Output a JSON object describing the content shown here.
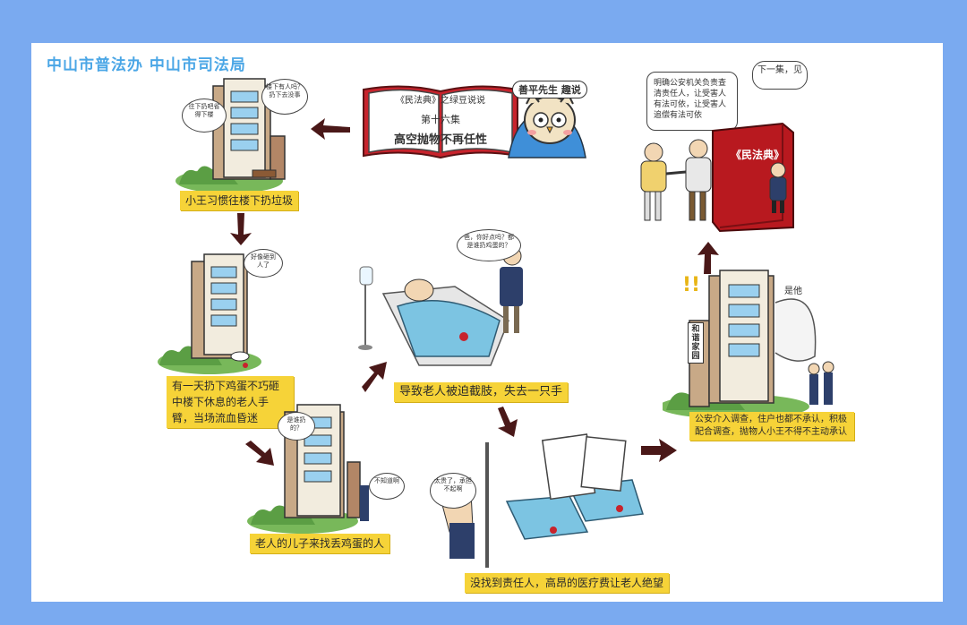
{
  "header": {
    "title": "中山市普法办  中山市司法局"
  },
  "title_book": {
    "series": "《民法典》之绿豆说说",
    "episode": "第十六集",
    "subtitle": "高空抛物不再任性"
  },
  "mascot": {
    "tag": "善平先生 趣说"
  },
  "next_episode": {
    "text": "下一集，见"
  },
  "law_book": {
    "label": "《民法典》"
  },
  "panels": [
    {
      "caption": "小王习惯往楼下扔垃圾",
      "bubble1": "楼下有人吗？扔下去没事",
      "bubble2": "往下扔吧省得下楼"
    },
    {
      "caption": "有一天扔下鸡蛋不巧砸中楼下休息的老人手臂，当场流血昏迷",
      "bubble": "好像砸到人了"
    },
    {
      "caption": "老人的儿子来找丢鸡蛋的人",
      "bubble1": "是谁扔的？",
      "bubble2": "不知道啊"
    },
    {
      "caption": "导致老人被迫截肢，失去一只手",
      "bubble": "爸，你好点吗？都是谁扔鸡蛋的？"
    },
    {
      "caption": "没找到责任人，高昂的医疗费让老人绝望",
      "bubble": "太贵了，承担不起啊"
    },
    {
      "caption": "公安介入调查，住户也都不承认，积极配合调查，抛物人小王不得不主动承认",
      "bubble": "是他",
      "building_sign": "和谐家园"
    },
    {
      "bubble": "明确公安机关负责查清责任人，让受害人有法可依，让受害人追偿有法可依"
    }
  ]
}
